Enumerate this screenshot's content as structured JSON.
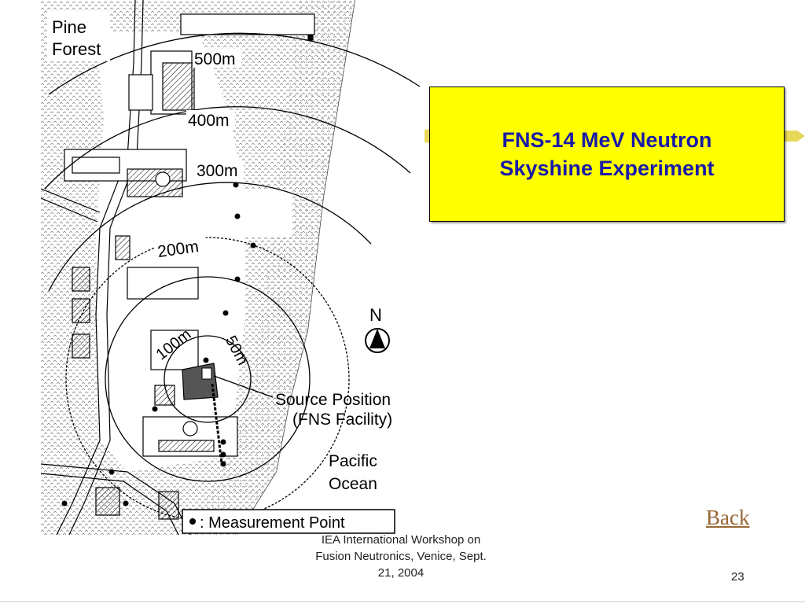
{
  "map": {
    "forest_label_line1": "Pine",
    "forest_label_line2": "Forest",
    "ring_labels": [
      "500m",
      "400m",
      "300m",
      "200m",
      "100m",
      "50m"
    ],
    "north_label": "N",
    "source_label_line1": "Source Position",
    "source_label_line2": "(FNS Facility)",
    "ocean_label_line1": "Pacific",
    "ocean_label_line2": "Ocean",
    "legend_label": ": Measurement Point"
  },
  "title": {
    "line1": "FNS-14 MeV Neutron",
    "line2": "Skyshine Experiment"
  },
  "back_link": "Back",
  "footer": {
    "line1": "IEA International Workshop on",
    "line2": "Fusion Neutronics, Venice, Sept.",
    "line3": "21, 2004"
  },
  "slide_number": "23",
  "colors": {
    "title_background": "#ffff00",
    "title_text": "#1a1aa8",
    "back_link": "#996633"
  }
}
